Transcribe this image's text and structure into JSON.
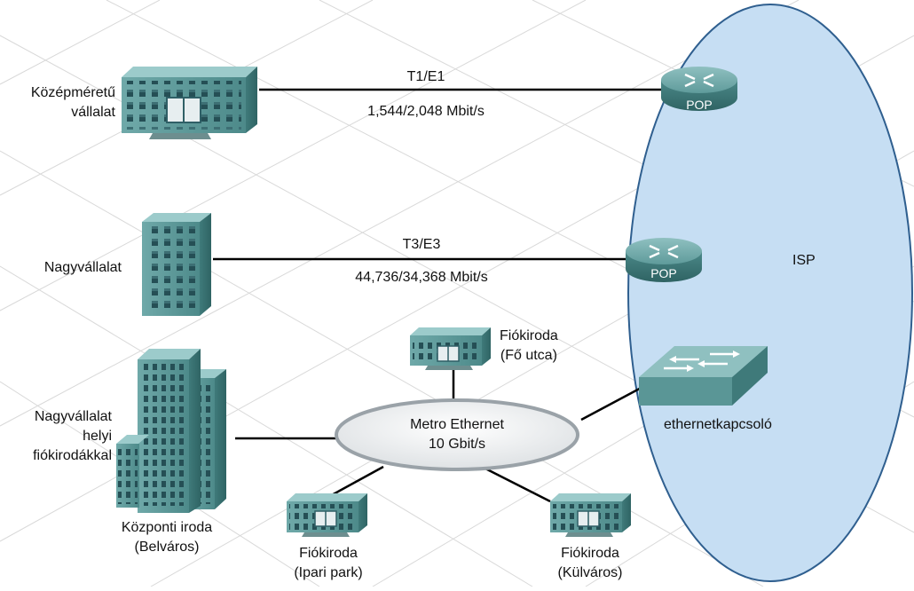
{
  "sites": {
    "medium": [
      "Középméretű",
      "vállalat"
    ],
    "large": "Nagyvállalat",
    "large_branches": [
      "Nagyvállalat",
      "helyi",
      "fiókirodákkal"
    ],
    "hq": [
      "Központi iroda",
      "(Belváros)"
    ],
    "branch_main": [
      "Fiókiroda",
      "(Fő utca)"
    ],
    "branch_ind": [
      "Fiókiroda",
      "(Ipari park)"
    ],
    "branch_sub": [
      "Fiókiroda",
      "(Külváros)"
    ]
  },
  "links": {
    "t1_name": "T1/E1",
    "t1_speed": "1,544/2,048 Mbit/s",
    "t3_name": "T3/E3",
    "t3_speed": "44,736/34,368 Mbit/s"
  },
  "metro": {
    "name": "Metro Ethernet",
    "speed": "10 Gbit/s"
  },
  "isp": {
    "label": "ISP",
    "pop_label": "POP",
    "switch_label": "ethernetkapcsoló"
  },
  "colors": {
    "building": "#5e9c9c",
    "building_dark": "#3f7777",
    "building_light": "#86baba",
    "isp_fill": "#c6def3",
    "isp_stroke": "#2f5f8f",
    "router": "#4e8f8f"
  }
}
